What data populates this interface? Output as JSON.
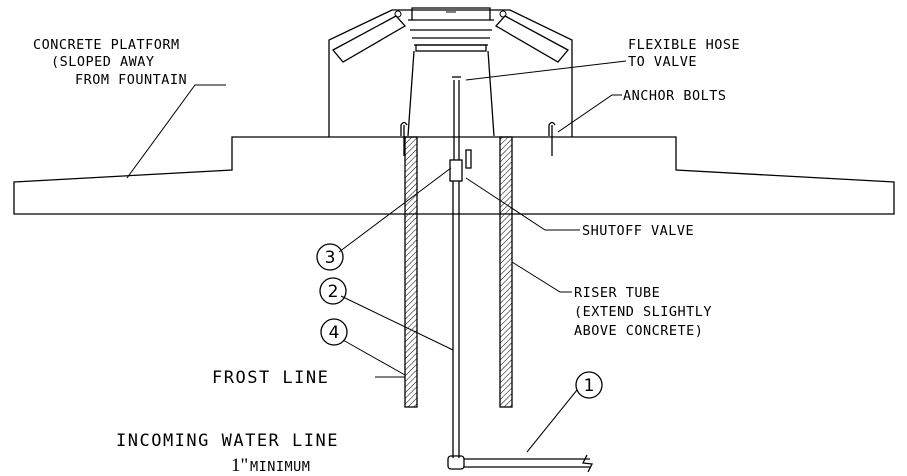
{
  "labels": {
    "concrete_platform": "CONCRETE PLATFORM",
    "sloped_line1": "(SLOPED AWAY",
    "sloped_line2": "FROM FOUNTAIN",
    "flexible_hose_line1": "FLEXIBLE HOSE",
    "flexible_hose_line2": "TO VALVE",
    "anchor_bolts": "ANCHOR BOLTS",
    "shutoff_valve": "SHUTOFF VALVE",
    "riser_line1": "RISER TUBE",
    "riser_line2": "(EXTEND SLIGHTLY",
    "riser_line3": "ABOVE CONCRETE)",
    "frost_line": "FROST LINE",
    "incoming_water_line": "INCOMING WATER LINE",
    "minimum": "MINIMUM",
    "minimum_size": "1\""
  },
  "callouts": [
    "1",
    "2",
    "3",
    "4"
  ]
}
